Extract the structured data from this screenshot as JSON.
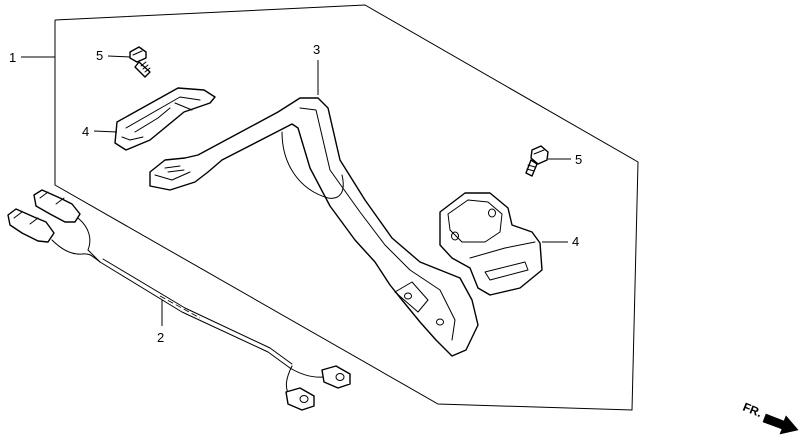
{
  "callouts": {
    "c1": "1",
    "c2": "2",
    "c3": "3",
    "c4_left": "4",
    "c4_right": "4",
    "c5_top": "5",
    "c5_right": "5"
  },
  "direction_indicator": {
    "label": "FR."
  }
}
